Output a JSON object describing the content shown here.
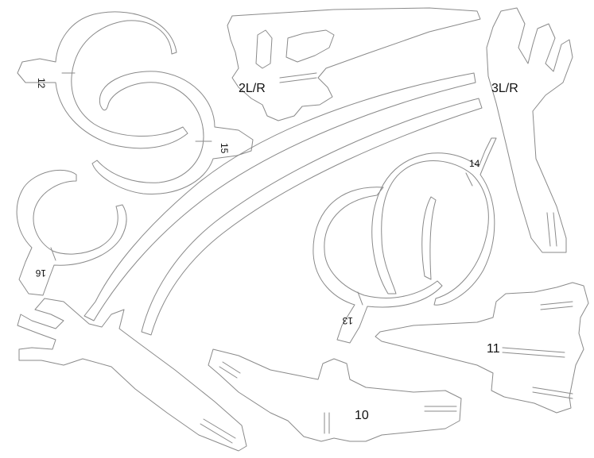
{
  "sheet": {
    "stroke_color": "#8a8a8a",
    "background": "#ffffff",
    "labels": {
      "p12": "12",
      "p15": "15",
      "p16": "16",
      "p2": "2L/R",
      "p3": "3L/R",
      "p14": "14",
      "p13": "13",
      "p11": "11",
      "p10": "10"
    }
  }
}
